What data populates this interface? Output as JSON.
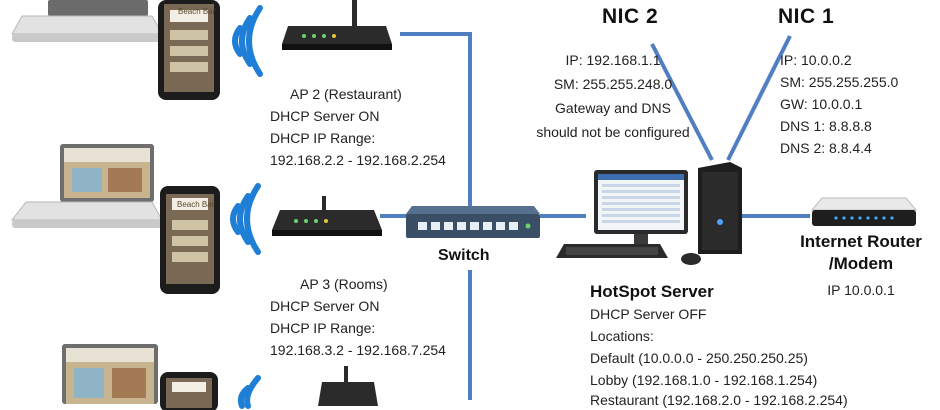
{
  "nic2": {
    "title": "NIC 2",
    "lines": [
      "IP: 192.168.1.1",
      "SM: 255.255.248.0",
      "Gateway and DNS",
      "should not be configured"
    ]
  },
  "nic1": {
    "title": "NIC 1",
    "lines": [
      "IP: 10.0.0.2",
      "SM: 255.255.255.0",
      "GW: 10.0.0.1",
      "DNS 1: 8.8.8.8",
      "DNS 2: 8.8.4.4"
    ]
  },
  "ap2": {
    "lines": [
      "AP 2 (Restaurant)",
      "DHCP Server ON",
      "DHCP IP Range:",
      "192.168.2.2 - 192.168.2.254"
    ]
  },
  "ap3": {
    "lines": [
      "AP 3 (Rooms)",
      "DHCP Server ON",
      "DHCP IP Range:",
      "192.168.3.2 - 192.168.7.254"
    ]
  },
  "switch": {
    "label": "Switch"
  },
  "router": {
    "title_line1": "Internet Router",
    "title_line2": "/Modem",
    "ip": "IP 10.0.0.1"
  },
  "server": {
    "title": "HotSpot Server",
    "lines": [
      "DHCP Server OFF",
      "Locations:",
      "Default (10.0.0.0 - 250.250.250.25)",
      "Lobby (192.168.1.0 - 192.168.1.254)",
      "Restaurant (192.168.2.0 - 192.168.2.254)"
    ]
  },
  "phone_app": {
    "label": "Beach Bar"
  },
  "colors": {
    "link_line": "#4f7fc0",
    "wifi": "#1f7fd6",
    "device_dark": "#2b2b2b",
    "switch_body": "#3a4e66"
  }
}
